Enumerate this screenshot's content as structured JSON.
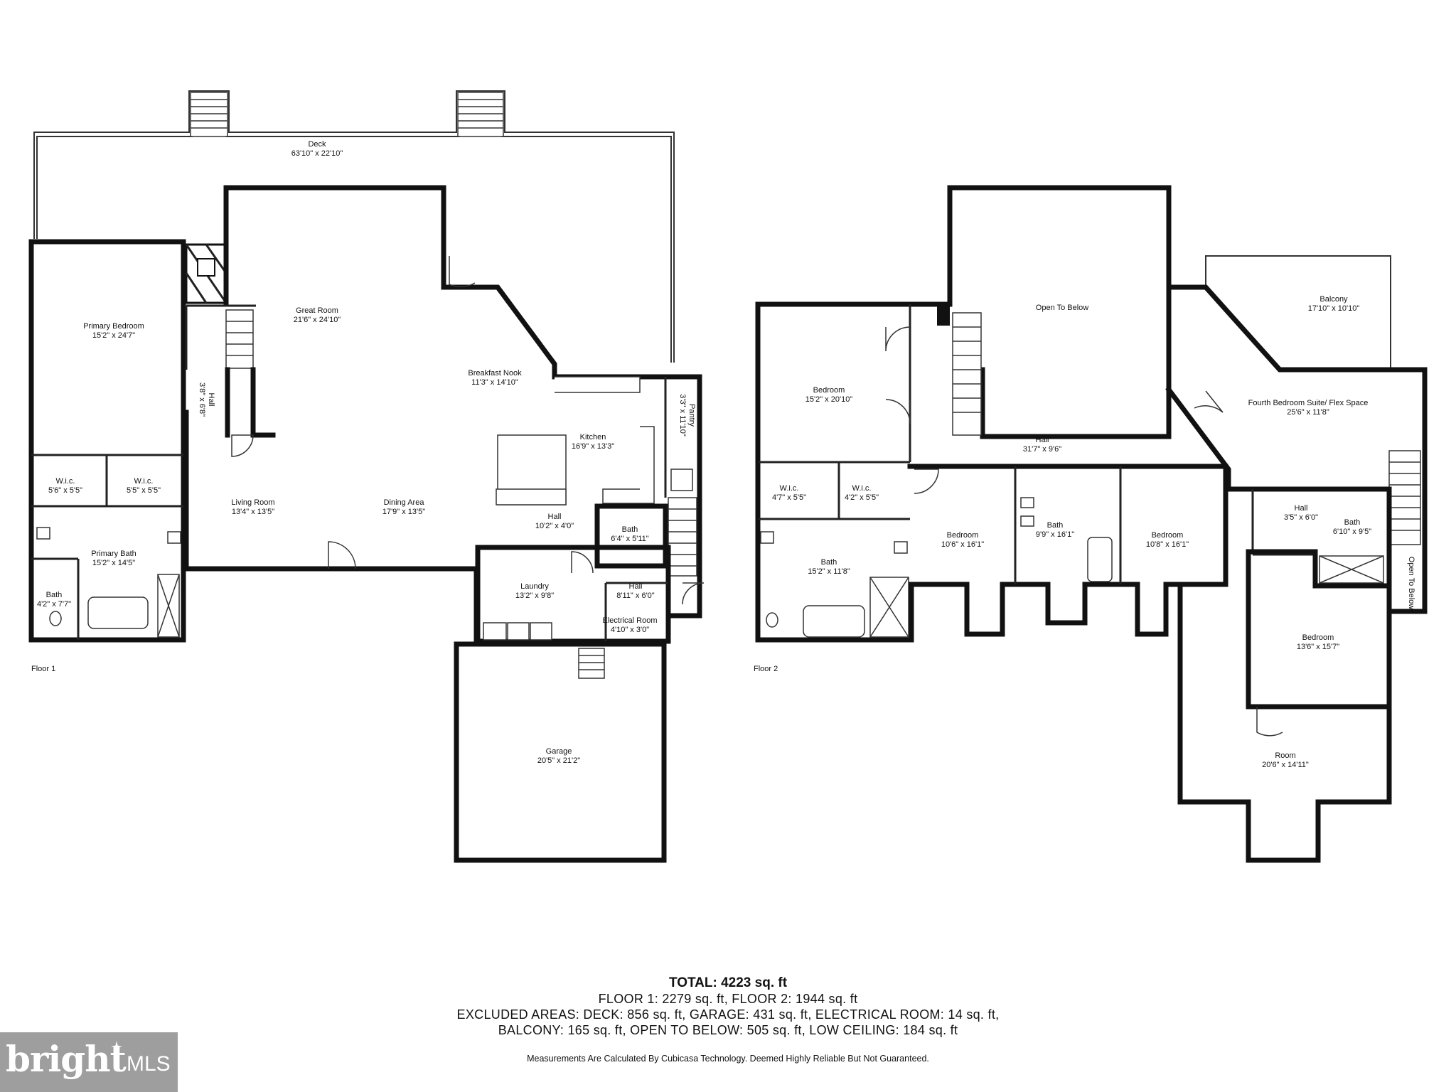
{
  "floor1": {
    "label": "Floor 1",
    "rooms": [
      {
        "name": "Deck",
        "dim": "63'10\" x 22'10\""
      },
      {
        "name": "Great Room",
        "dim": "21'6\" x 24'10\""
      },
      {
        "name": "Breakfast Nook",
        "dim": "11'3\" x 14'10\""
      },
      {
        "name": "Primary Bedroom",
        "dim": "15'2\" x 24'7\""
      },
      {
        "name": "Hall",
        "dim": "3'8\" x 6'8\""
      },
      {
        "name": "Kitchen",
        "dim": "16'9\" x 13'3\""
      },
      {
        "name": "Pantry",
        "dim": "3'3\" x 11'10\""
      },
      {
        "name": "W.i.c.",
        "dim": "5'6\" x 5'5\""
      },
      {
        "name": "W.i.c.",
        "dim": "5'5\" x 5'5\""
      },
      {
        "name": "Living Room",
        "dim": "13'4\" x 13'5\""
      },
      {
        "name": "Dining Area",
        "dim": "17'9\" x 13'5\""
      },
      {
        "name": "Hall",
        "dim": "10'2\" x 4'0\""
      },
      {
        "name": "Bath",
        "dim": "6'4\" x 5'11\""
      },
      {
        "name": "Primary Bath",
        "dim": "15'2\" x 14'5\""
      },
      {
        "name": "Laundry",
        "dim": "13'2\" x 9'8\""
      },
      {
        "name": "Hall",
        "dim": "8'11\" x 6'0\""
      },
      {
        "name": "Bath",
        "dim": "4'2\" x 7'7\""
      },
      {
        "name": "Electrical Room",
        "dim": "4'10\" x 3'0\""
      },
      {
        "name": "Garage",
        "dim": "20'5\" x 21'2\""
      }
    ]
  },
  "floor2": {
    "label": "Floor 2",
    "rooms": [
      {
        "name": "Open To Below",
        "dim": ""
      },
      {
        "name": "Balcony",
        "dim": "17'10\" x 10'10\""
      },
      {
        "name": "Bedroom",
        "dim": "15'2\" x 20'10\""
      },
      {
        "name": "Fourth Bedroom Suite/ Flex Space",
        "dim": "25'6\" x 11'8\""
      },
      {
        "name": "Hall",
        "dim": "31'7\" x 9'6\""
      },
      {
        "name": "W.i.c.",
        "dim": "4'7\" x 5'5\""
      },
      {
        "name": "W.i.c.",
        "dim": "4'2\" x 5'5\""
      },
      {
        "name": "Bath",
        "dim": "9'9\" x 16'1\""
      },
      {
        "name": "Bedroom",
        "dim": "10'6\" x 16'1\""
      },
      {
        "name": "Bedroom",
        "dim": "10'8\" x 16'1\""
      },
      {
        "name": "Hall",
        "dim": "3'5\" x 6'0\""
      },
      {
        "name": "Bath",
        "dim": "6'10\" x 9'5\""
      },
      {
        "name": "Open To Below",
        "dim": ""
      },
      {
        "name": "Bath",
        "dim": "15'2\" x 11'8\""
      },
      {
        "name": "Bedroom",
        "dim": "13'6\" x 15'7\""
      },
      {
        "name": "Room",
        "dim": "20'6\" x 14'11\""
      }
    ]
  },
  "summary": {
    "total": "TOTAL: 4223 sq. ft",
    "line1": "FLOOR 1: 2279 sq. ft, FLOOR 2: 1944 sq. ft",
    "line2": "EXCLUDED AREAS: DECK: 856 sq. ft, GARAGE: 431 sq. ft, ELECTRICAL ROOM: 14 sq. ft,",
    "line3": "BALCONY: 165 sq. ft, OPEN TO BELOW: 505 sq. ft, LOW CEILING: 184 sq. ft",
    "disclaimer": "Measurements Are Calculated By Cubicasa Technology. Deemed Highly Reliable But Not Guaranteed."
  },
  "logo": {
    "brand": "bright",
    "suffix": "MLS",
    "color": "#9e9e9e"
  }
}
